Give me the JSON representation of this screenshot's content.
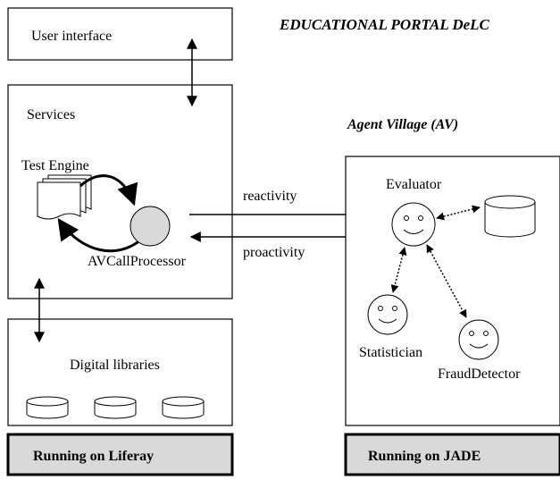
{
  "header": {
    "portal_title": "EDUCATIONAL PORTAL DeLC",
    "agent_village_title": "Agent Village (AV)"
  },
  "left": {
    "user_interface_label": "User interface",
    "services_label": "Services",
    "test_engine_label": "Test Engine",
    "av_call_processor_label": "AVCallProcessor",
    "digital_libraries_label": "Digital libraries",
    "running_label": "Running on Liferay"
  },
  "links": {
    "reactivity_label": "reactivity",
    "proactivity_label": "proactivity"
  },
  "right": {
    "evaluator_label": "Evaluator",
    "statistician_label": "Statistician",
    "fraud_detector_label": "FraudDetector",
    "running_label": "Running on JADE"
  },
  "colors": {
    "running_bar_fill": "#d9d9d9",
    "processor_fill": "#d9d9d9",
    "stroke": "#000000"
  }
}
